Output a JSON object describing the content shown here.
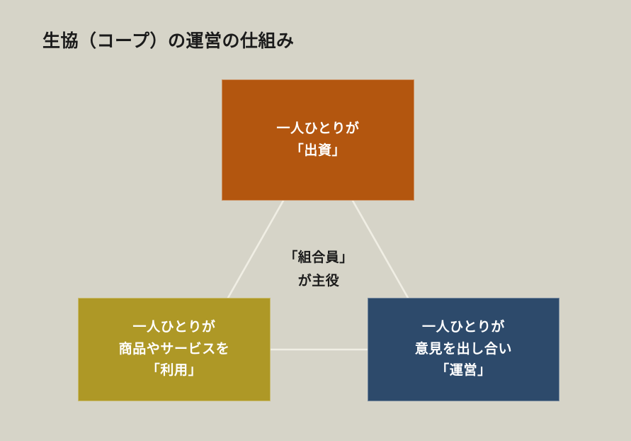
{
  "page": {
    "title": "生協（コープ）の運営の仕組み",
    "background_color": "#d6d4c8",
    "title_color": "#1b1b1b"
  },
  "diagram": {
    "type": "triangle-cycle",
    "center_caption": {
      "lines": [
        "「組合員」",
        "が主役"
      ]
    },
    "connector_color": "#f0eee4",
    "nodes": [
      {
        "id": "funding",
        "position": "top",
        "color": "#b3560f",
        "lines": [
          "一人ひとりが",
          "「出資」"
        ]
      },
      {
        "id": "usage",
        "position": "bottom-left",
        "color": "#ae9826",
        "lines": [
          "一人ひとりが",
          "商品やサービスを",
          "「利用」"
        ]
      },
      {
        "id": "management",
        "position": "bottom-right",
        "color": "#2d4a6b",
        "lines": [
          "一人ひとりが",
          "意見を出し合い",
          "「運営」"
        ]
      }
    ],
    "connectors": [
      {
        "from": "funding",
        "to": "usage"
      },
      {
        "from": "funding",
        "to": "management"
      },
      {
        "from": "usage",
        "to": "management"
      }
    ]
  }
}
